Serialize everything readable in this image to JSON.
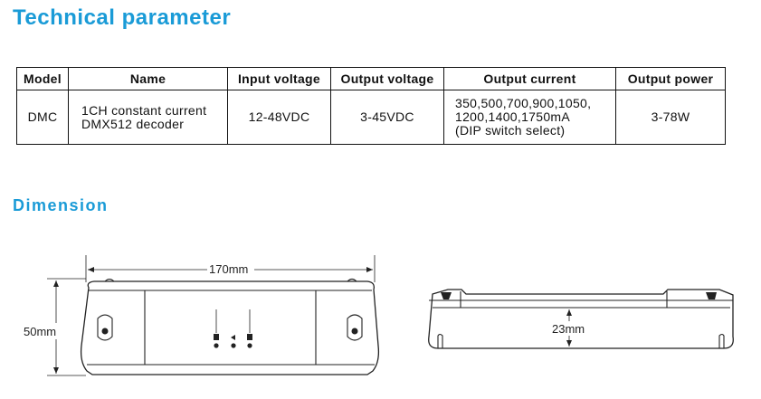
{
  "headings": {
    "technical": "Technical parameter",
    "dimension": "Dimension"
  },
  "table": {
    "headers": [
      "Model",
      "Name",
      "Input voltage",
      "Output voltage",
      "Output current",
      "Output power"
    ],
    "row": {
      "model": "DMC",
      "name": [
        "1CH constant current",
        "DMX512 decoder"
      ],
      "input_voltage": "12-48VDC",
      "output_voltage": "3-45VDC",
      "output_current": [
        "350,500,700,900,1050,",
        "1200,1400,1750mA",
        "(DIP switch select)"
      ],
      "output_power": "3-78W"
    }
  },
  "dimensions": {
    "length": "170mm",
    "width": "50mm",
    "height": "23mm"
  },
  "colors": {
    "heading": "#1a9bd7"
  }
}
